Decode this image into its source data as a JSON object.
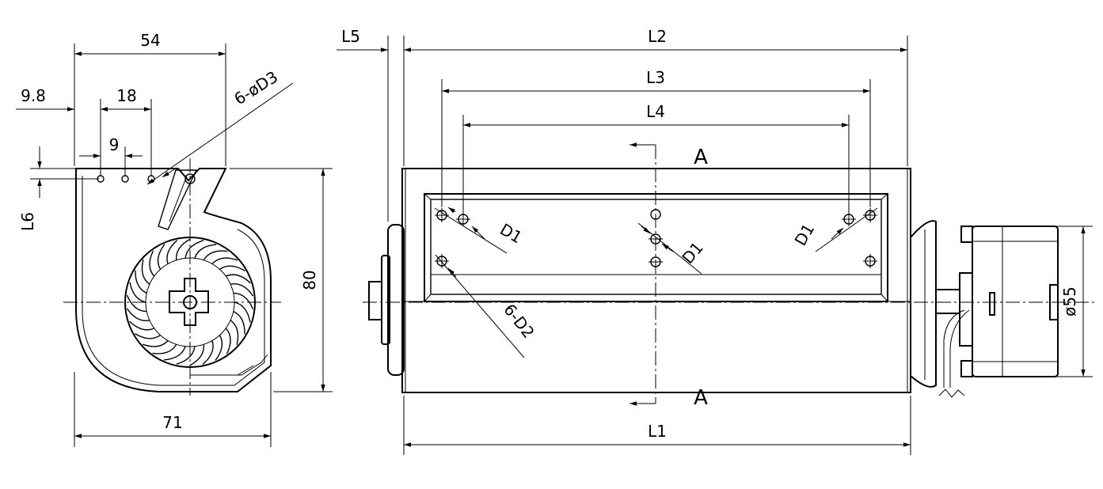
{
  "side_view": {
    "width_top": "54",
    "offset_left": "9.8",
    "hole_pitch_18": "18",
    "hole_pitch_9": "9",
    "mount_holes": "6-øD3",
    "height_L6": "L6",
    "height_80": "80",
    "width_bottom": "71"
  },
  "front_view": {
    "L5": "L5",
    "L2": "L2",
    "L3": "L3",
    "L4": "L4",
    "section_top": "A",
    "section_bottom": "A",
    "D1_left": "D1",
    "D1_center": "D1",
    "D1_right": "D1",
    "holes_D2": "6-D2",
    "motor_diameter": "ø55",
    "L1": "L1"
  }
}
